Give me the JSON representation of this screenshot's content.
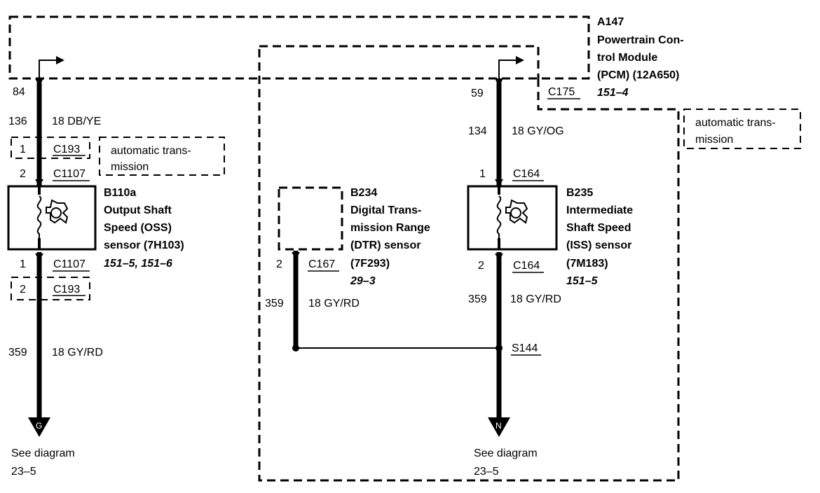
{
  "pcm": {
    "id": "A147",
    "name_line1": "Powertrain Con-",
    "name_line2": "trol Module",
    "name_line3": "(PCM) (12A650)",
    "ref": "151–4",
    "connector": "C175"
  },
  "notes": {
    "auto_trans_right_line1": "automatic trans-",
    "auto_trans_right_line2": "mission",
    "auto_trans_left_line1": "automatic trans-",
    "auto_trans_left_line2": "mission"
  },
  "oss_circuit": {
    "pin_top": "84",
    "circuit_top": "136",
    "wire_top": "18 DB/YE",
    "c193_pin_top": "1",
    "c193_top": "C193",
    "c1107_pin_top": "2",
    "c1107_top": "C1107",
    "c1107_pin_bottom": "1",
    "c1107_bottom": "C1107",
    "c193_pin_bottom": "2",
    "c193_bottom": "C193",
    "circuit_bottom": "359",
    "wire_bottom": "18 GY/RD",
    "ground_letter": "G",
    "see_line1": "See diagram",
    "see_line2": "23–5"
  },
  "oss_sensor": {
    "id": "B110a",
    "name_line1": "Output Shaft",
    "name_line2": "Speed (OSS)",
    "name_line3": "sensor (7H103)",
    "refs": "151–5, 151–6"
  },
  "dtr_sensor": {
    "id": "B234",
    "name_line1": "Digital Trans-",
    "name_line2": "mission Range",
    "name_line3": "(DTR) sensor",
    "part": "(7F293)",
    "ref": "29–3",
    "pin": "2",
    "connector": "C167",
    "circuit": "359",
    "wire": "18 GY/RD"
  },
  "iss_circuit": {
    "pin_top": "59",
    "circuit_top": "134",
    "wire_top": "18 GY/OG",
    "c164_pin_top": "1",
    "c164_top": "C164",
    "c164_pin_bottom": "2",
    "c164_bottom": "C164",
    "circuit_bottom": "359",
    "wire_bottom": "18 GY/RD",
    "splice": "S144",
    "ground_letter": "N",
    "see_line1": "See diagram",
    "see_line2": "23–5"
  },
  "iss_sensor": {
    "id": "B235",
    "name_line1": "Intermediate",
    "name_line2": "Shaft Speed",
    "name_line3": "(ISS) sensor",
    "part": "(7M183)",
    "ref": "151–5"
  }
}
